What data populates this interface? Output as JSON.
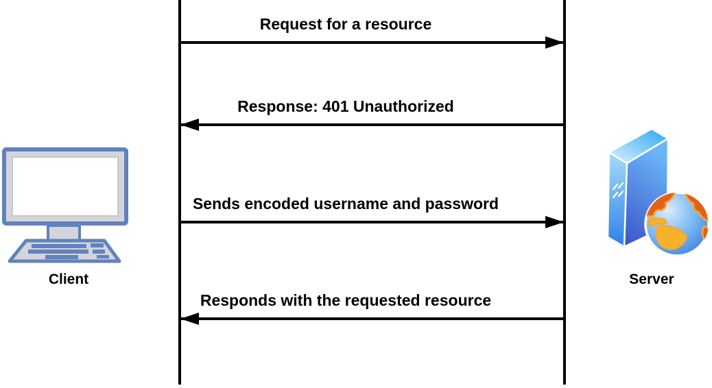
{
  "diagram": {
    "type": "sequence-diagram",
    "actors": {
      "client": {
        "label": "Client",
        "icon": "desktop-computer-icon"
      },
      "server": {
        "label": "Server",
        "icon": "server-globe-icon"
      }
    },
    "messages": [
      {
        "label": "Request for a resource",
        "from": "client",
        "to": "server",
        "direction": "right"
      },
      {
        "label": "Response: 401 Unauthorized",
        "from": "server",
        "to": "client",
        "direction": "left"
      },
      {
        "label": "Sends encoded username and password",
        "from": "client",
        "to": "server",
        "direction": "right"
      },
      {
        "label": "Responds with the requested resource",
        "from": "server",
        "to": "client",
        "direction": "left"
      }
    ],
    "colors": {
      "line": "#000000",
      "background": "#ffffff",
      "client_blue": "#6282bd",
      "client_gray": "#d3d5da",
      "server_top_face": "#2ba6f2",
      "server_side_deep": "#3a52c8",
      "server_front": "#2f80e8",
      "globe_ocean": "#4f9ef0",
      "globe_orange": "#e2621b",
      "globe_amber": "#f5b32a"
    }
  }
}
